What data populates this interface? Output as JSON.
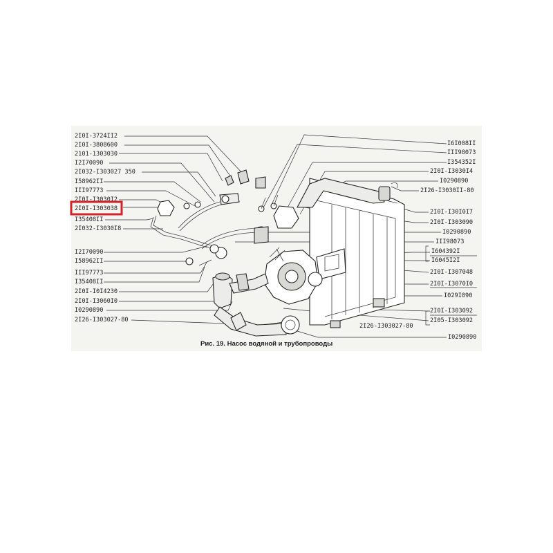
{
  "figure": {
    "caption": "Рис. 19. Насос водяной и трубопроводы",
    "highlight_color": "#d2232a",
    "highlighted_label": "2I0I-I303038"
  },
  "labels_left": [
    "2I0I-3724II2",
    "2I0I-3808600",
    "2101-1303030",
    "I2I70090",
    "2I032-I303027 350",
    "I58962II",
    "III97773",
    "2I0I-I3030I2",
    "2I0I-I303038",
    "I35408II",
    "2I032-I3030I8",
    "I2I70090",
    "I58962II",
    "III97773",
    "I35408II",
    "2I0I-I0I4230",
    "2I0I-I3060I0",
    "I0290890",
    "2I26-I303027-80"
  ],
  "labels_right": [
    "I6I008II",
    "III98073",
    "I354352I",
    "2I0I-I3030I4",
    "I0290890",
    "2I26-I3030II-80",
    "2I0I-I30I0I7",
    "2I0I-I303090",
    "I0290890",
    "III98073",
    "I604392I",
    "I6045I2I",
    "2I0I-I307048",
    "2I0I-I3070I0",
    "I029I090",
    "2I0I-I303092",
    "2I05-I303092",
    "2I26-I303027-80",
    "I0290890"
  ]
}
